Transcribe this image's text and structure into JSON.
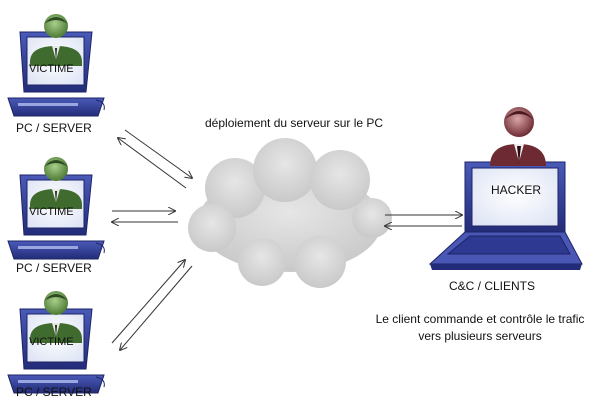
{
  "victims": [
    {
      "screen_label": "VICTIME",
      "caption": "PC / SERVER"
    },
    {
      "screen_label": "VICTIME",
      "caption": "PC / SERVER"
    },
    {
      "screen_label": "VICTIME",
      "caption": "PC / SERVER"
    }
  ],
  "cloud_caption": "déploiement du serveur sur le PC",
  "hacker": {
    "screen_label": "HACKER",
    "caption": "C&C / CLIENTS",
    "note_line1": "Le client commande et contrôle le trafic",
    "note_line2": "vers plusieurs serveurs"
  },
  "colors": {
    "monitor_blue": "#2f3d9a",
    "laptop_blue": "#4a57b5",
    "cloud_gray": "#d4d4d4",
    "person_green": "#4f7a3e",
    "person_brown": "#7a2e36"
  }
}
